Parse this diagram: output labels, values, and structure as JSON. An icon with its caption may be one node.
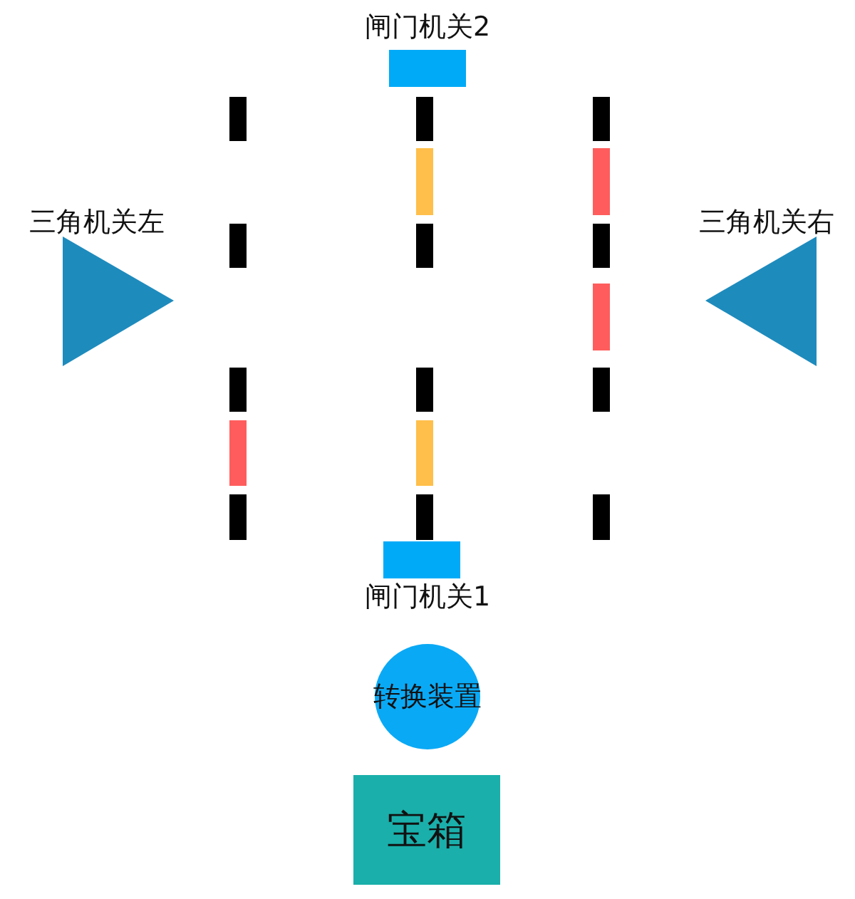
{
  "diagram": {
    "nodes": [
      {
        "text": [
          "闸门机关2"
        ]
      },
      {
        "text": [
          "三角机关左"
        ]
      },
      {
        "text": [
          "三角机关右"
        ]
      },
      {
        "text": [
          "闸门机关1"
        ]
      },
      {
        "text": [
          "转换装置"
        ]
      },
      {
        "text": [
          "宝箱"
        ]
      }
    ],
    "edges": []
  }
}
